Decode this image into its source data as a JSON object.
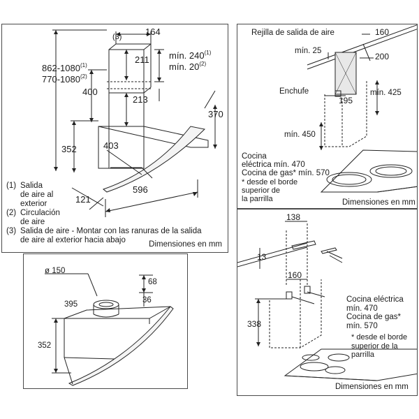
{
  "panel1": {
    "height_range_1": "862-1080",
    "height_range_2": "770-1080",
    "ref_1": "(1)",
    "ref_2": "(2)",
    "ref_3": "(3)",
    "dim_164": "164",
    "dim_211": "211",
    "dim_min240": "mín. 240",
    "dim_min20": "mín. 20",
    "dim_400": "400",
    "dim_213": "213",
    "dim_370": "370",
    "dim_352": "352",
    "dim_403": "403",
    "dim_596": "596",
    "dim_121": "121",
    "legend": [
      {
        "num": "(1)",
        "text": "Salida"
      },
      {
        "num": "",
        "text": "de aire al"
      },
      {
        "num": "",
        "text": "exterior"
      },
      {
        "num": "(2)",
        "text": "Circulación"
      },
      {
        "num": "",
        "text": "de aire"
      },
      {
        "num": "(3)",
        "text": "Salida de aire - Montar con las ranuras de la salida"
      },
      {
        "num": "",
        "text": "de aire al exterior hacia abajo"
      }
    ],
    "units": "Dimensiones en mm"
  },
  "panel2": {
    "label_outlet": "Rejilla de salida de aire",
    "dim_160": "160",
    "dim_min25": "mín. 25",
    "dim_200": "200",
    "label_plug": "Enchufe",
    "dim_195": "195",
    "dim_min425": "mín. 425",
    "dim_min450": "mín. 450",
    "cooktop": [
      "Cocina",
      "eléctrica mín. 470",
      "Cocina de gas* mín. 570"
    ],
    "note": [
      "* desde el borde",
      "superior de",
      "la parrilla"
    ],
    "units": "Dimensiones en mm"
  },
  "panel3": {
    "dim_138": "138",
    "dim_13": "13",
    "dim_160": "160",
    "dim_338": "338",
    "cooktop": [
      "Cocina eléctrica",
      "mín. 470",
      "Cocina de gas*",
      "mín. 570"
    ],
    "note": [
      "* desde el borde",
      "superior de la",
      "parrilla"
    ],
    "units": "Dimensiones en mm"
  },
  "panel4": {
    "dim_d150": "ø 150",
    "dim_68": "68",
    "dim_395": "395",
    "dim_36": "36",
    "dim_352": "352"
  }
}
